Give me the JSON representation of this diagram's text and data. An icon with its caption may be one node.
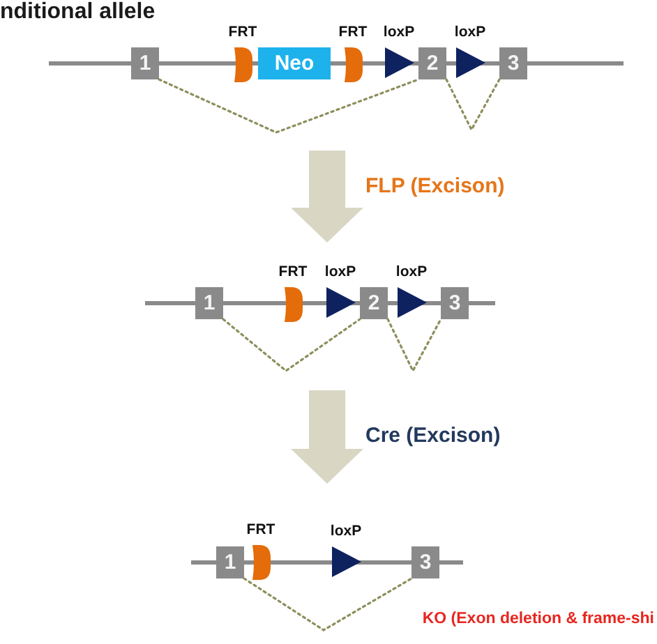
{
  "diagram": {
    "title": "nditional allele",
    "nodes": [
      {
        "text": [
          "1"
        ]
      },
      {
        "text": [
          "FRT"
        ]
      },
      {
        "text": [
          "Neo"
        ]
      },
      {
        "text": [
          "FRT"
        ]
      },
      {
        "text": [
          "loxP"
        ]
      },
      {
        "text": [
          "2"
        ]
      },
      {
        "text": [
          "loxP"
        ]
      },
      {
        "text": [
          "3"
        ]
      },
      {
        "text": [
          "1"
        ]
      },
      {
        "text": [
          "FRT"
        ]
      },
      {
        "text": [
          "loxP"
        ]
      },
      {
        "text": [
          "2"
        ]
      },
      {
        "text": [
          "loxP"
        ]
      },
      {
        "text": [
          "3"
        ]
      },
      {
        "text": [
          "1"
        ]
      },
      {
        "text": [
          "FRT"
        ]
      },
      {
        "text": [
          "loxP"
        ]
      },
      {
        "text": [
          "3"
        ]
      }
    ],
    "edges": [
      {
        "from": 0,
        "to": 5,
        "arrow": "none",
        "style": "dashed"
      },
      {
        "from": 5,
        "to": 7,
        "arrow": "none",
        "style": "dashed"
      },
      {
        "from": 8,
        "to": 11,
        "arrow": "none",
        "style": "dashed"
      },
      {
        "from": 11,
        "to": 13,
        "arrow": "none",
        "style": "dashed"
      },
      {
        "from": 14,
        "to": 17,
        "arrow": "none",
        "style": "dashed"
      }
    ],
    "labels": [
      "FLP (Excison)",
      "Cre (Excison)",
      "KO (Exon deletion & frame-shi"
    ]
  }
}
